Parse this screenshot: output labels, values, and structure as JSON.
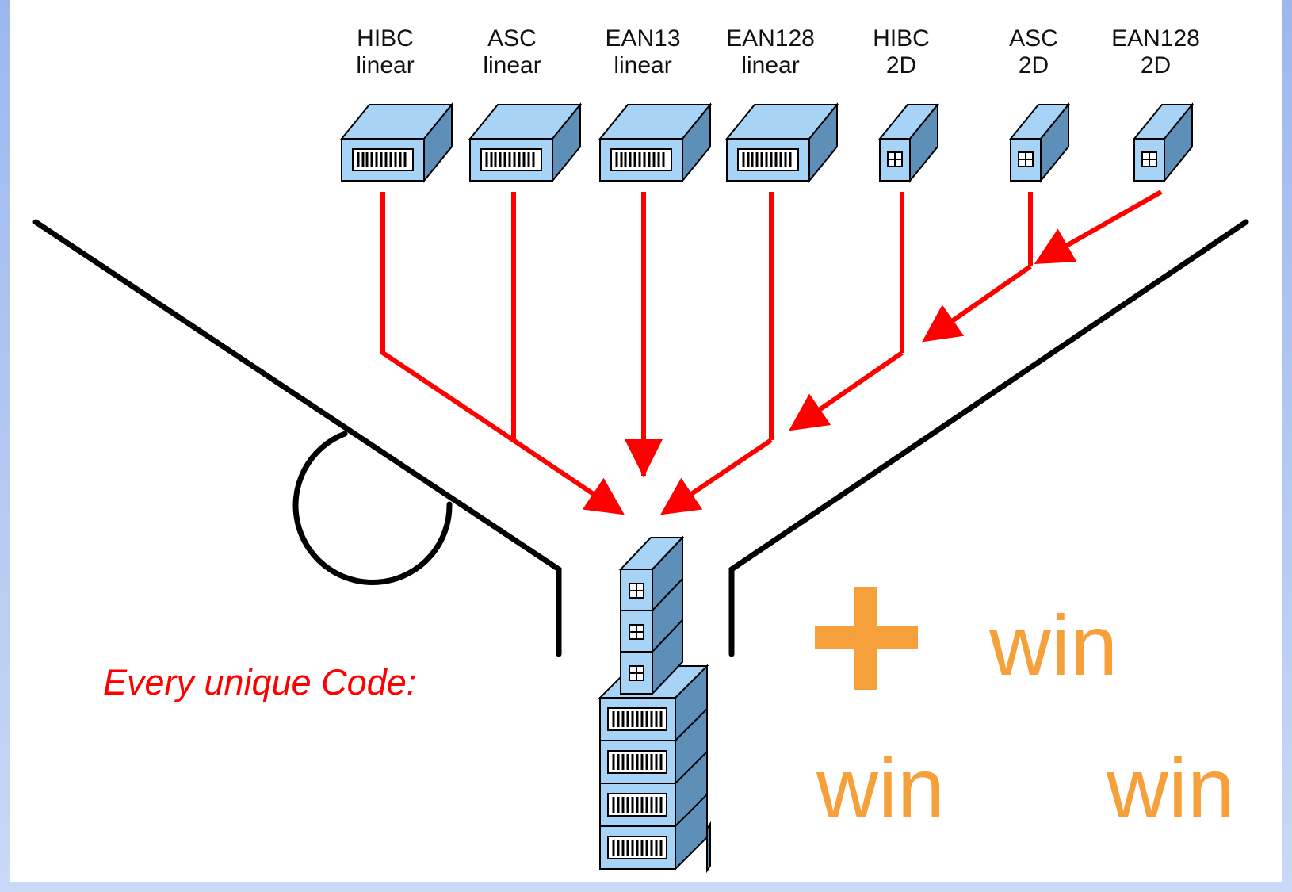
{
  "scanners": [
    {
      "line1": "HIBC",
      "line2": "linear",
      "symbol": "barcode-icon"
    },
    {
      "line1": "ASC",
      "line2": "linear",
      "symbol": "barcode-icon"
    },
    {
      "line1": "EAN13",
      "line2": "linear",
      "symbol": "barcode-icon"
    },
    {
      "line1": "EAN128",
      "line2": "linear",
      "symbol": "barcode-icon"
    },
    {
      "line1": "HIBC",
      "line2": "2D",
      "symbol": "matrix-code-icon"
    },
    {
      "line1": "ASC",
      "line2": "2D",
      "symbol": "matrix-code-icon"
    },
    {
      "line1": "EAN128",
      "line2": "2D",
      "symbol": "matrix-code-icon"
    }
  ],
  "caption": "Every unique Code:",
  "outcome": {
    "plus": "+",
    "words": [
      "win",
      "win",
      "win"
    ]
  },
  "colors": {
    "arrow": "#ff0000",
    "box_face": "#a7d3f7",
    "box_side": "#5e8fb8",
    "outline": "#000000",
    "accent": "#f5a03a",
    "slide_frame": "#9bb8ee"
  }
}
